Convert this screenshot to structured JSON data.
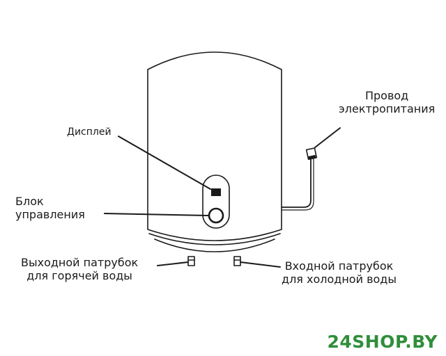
{
  "labels": {
    "display": "Дисплей",
    "control_line1": "Блок",
    "control_line2": "управления",
    "power_line1": "Провод",
    "power_line2": "электропитания",
    "outlet_line1": "Выходной патрубок",
    "outlet_line2": "для горячей воды",
    "inlet_line1": "Входной патрубок",
    "inlet_line2": "для холодной воды"
  },
  "watermark": "24SHOP.BY",
  "colors": {
    "line": "#1a1a1a",
    "watermark": "#2f8e3a"
  }
}
